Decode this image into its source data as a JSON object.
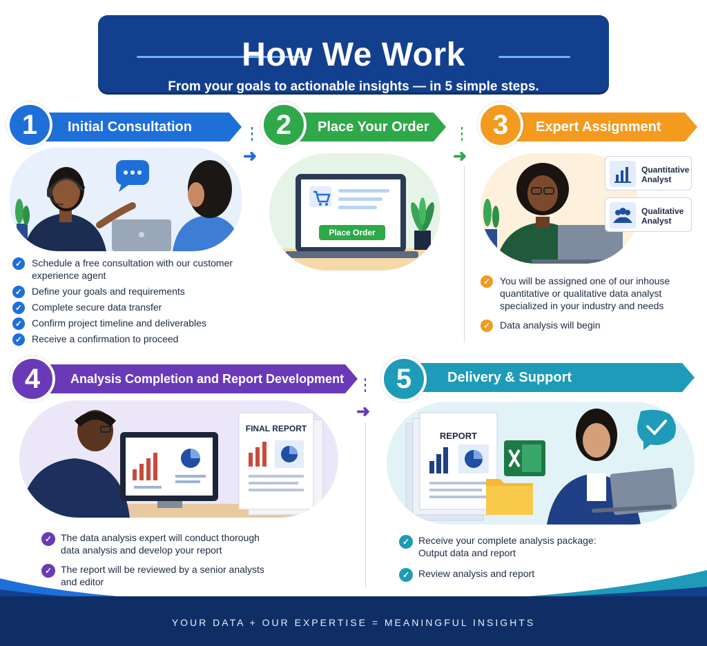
{
  "header": {
    "title": "How We Work",
    "subtitle": "From your goals to actionable insights — in 5 simple steps."
  },
  "steps": [
    {
      "number": "1",
      "title": "Initial Consultation",
      "color": "#1f6fd9",
      "items": [
        "Schedule a free consultation with our customer experience agent",
        "Define your goals and requirements",
        "Complete secure data transfer",
        "Confirm project timeline and deliverables",
        "Receive a confirmation to proceed"
      ]
    },
    {
      "number": "2",
      "title": "Place Your Order",
      "color": "#2fa84a",
      "button_label": "Place Order",
      "items": []
    },
    {
      "number": "3",
      "title": "Expert Assignment",
      "color": "#f39a1f",
      "cards": [
        "Quantitative Analyst",
        "Qualitative Analyst"
      ],
      "items": [
        "You will be assigned one of our inhouse quantitative or qualitative data analyst specialized in your industry and needs",
        "Data analysis will begin"
      ]
    },
    {
      "number": "4",
      "title": "Analysis Completion and Report Development",
      "color": "#6a39b8",
      "report_title": "FINAL REPORT",
      "items": [
        "The data analysis expert will conduct thorough data analysis and develop your report",
        "The report will be reviewed by a senior analysts and editor"
      ]
    },
    {
      "number": "5",
      "title": "Delivery & Support",
      "color": "#1d9bb8",
      "report_title": "REPORT",
      "items": [
        "Receive your complete analysis package: Output data and report",
        "Review analysis and report"
      ]
    }
  ],
  "footer": {
    "tagline": "YOUR DATA + OUR EXPERTISE = MEANINGFUL INSIGHTS"
  },
  "colors": {
    "navy": "#13408e",
    "footer": "#102e66"
  },
  "icons": [
    "headset-icon",
    "chat-bubble-icon",
    "cart-icon",
    "plant-icon",
    "bar-chart-icon",
    "people-icon",
    "pie-chart-icon",
    "excel-icon",
    "folder-icon",
    "check-badge-icon"
  ]
}
